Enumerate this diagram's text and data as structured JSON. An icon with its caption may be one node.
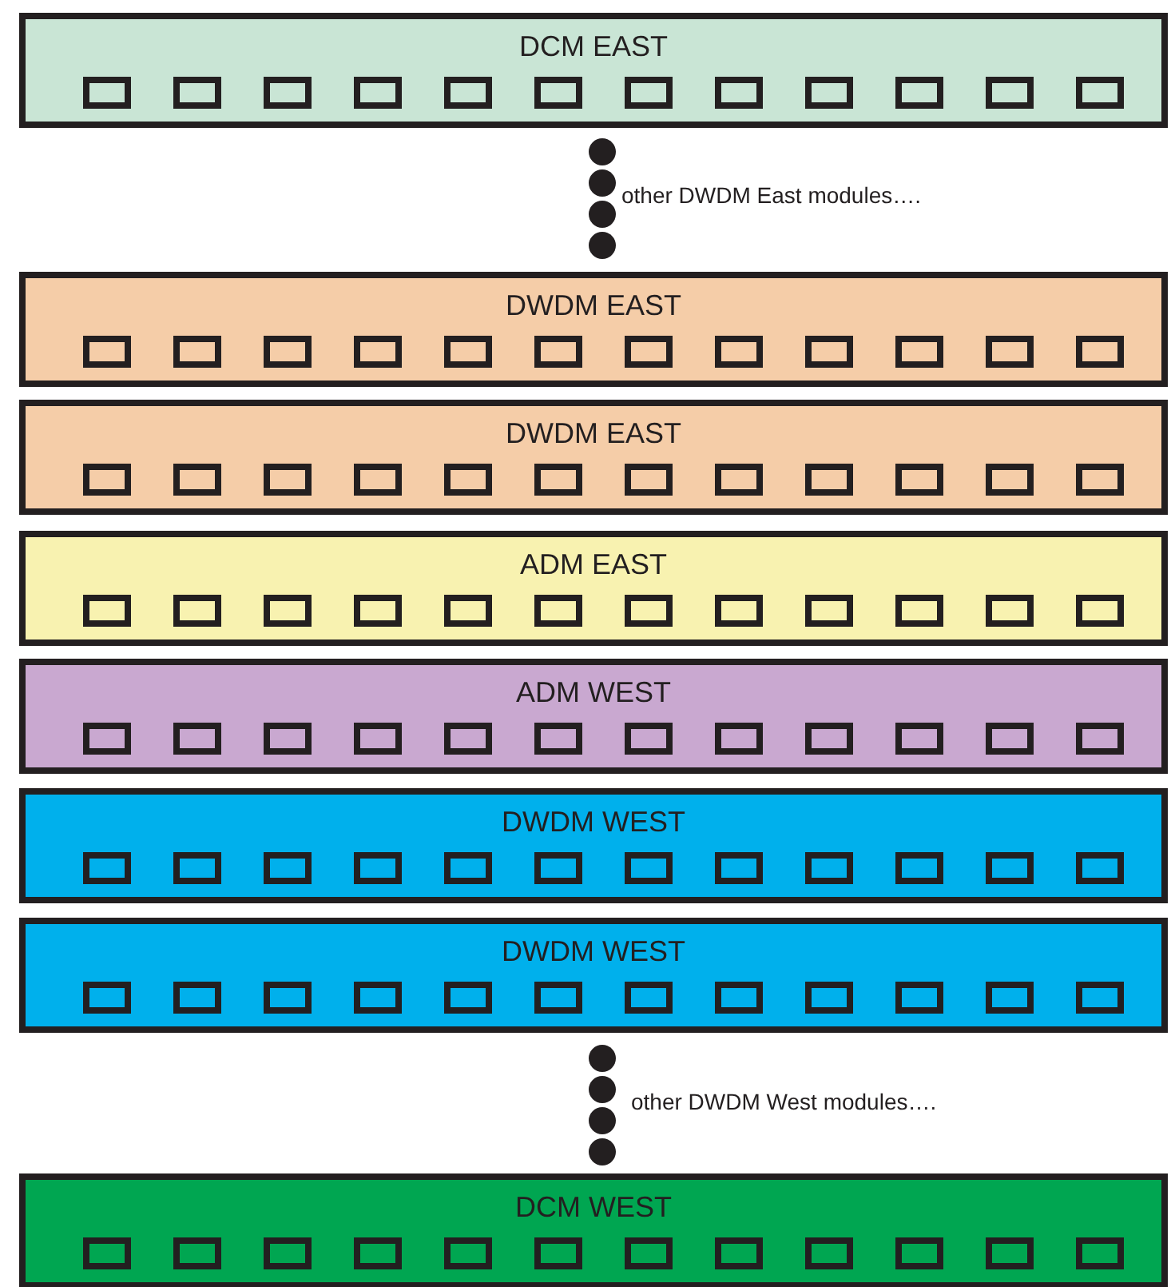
{
  "diagram": {
    "nodes": [
      {
        "text": [
          "DCM EAST"
        ]
      },
      {
        "text": [
          "DWDM EAST"
        ]
      },
      {
        "text": [
          "DWDM EAST"
        ]
      },
      {
        "text": [
          "ADM EAST"
        ]
      },
      {
        "text": [
          "ADM WEST"
        ]
      },
      {
        "text": [
          "DWDM WEST"
        ]
      },
      {
        "text": [
          "DWDM WEST"
        ]
      },
      {
        "text": [
          "DCM WEST"
        ]
      }
    ],
    "labels": [
      "other DWDM East modules….",
      "other DWDM West modules…."
    ]
  }
}
